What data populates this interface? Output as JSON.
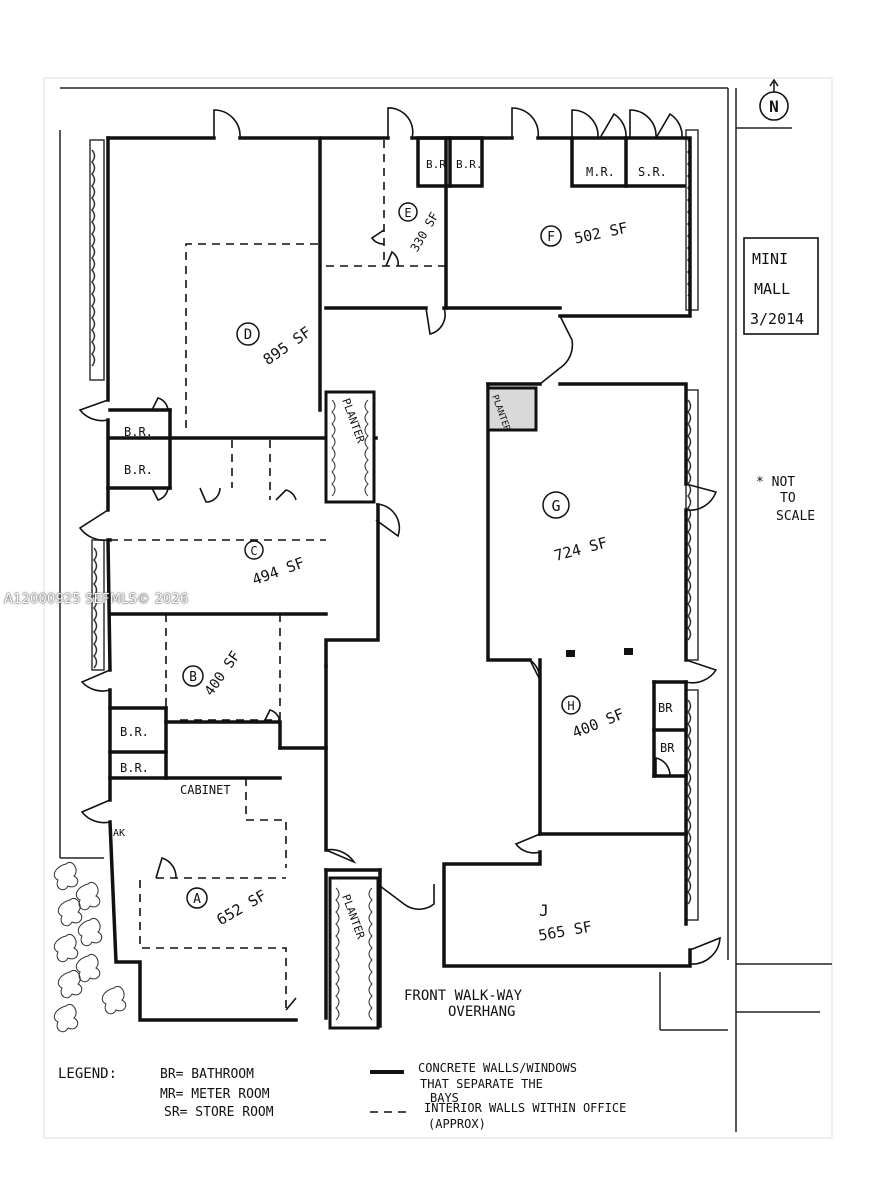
{
  "north": {
    "label": "N"
  },
  "title_box": {
    "line1": "MINI",
    "line2": "MALL",
    "line3": "3/2014"
  },
  "scale_note": {
    "line1": "* NOT",
    "line2": "TO",
    "line3": "SCALE"
  },
  "units": {
    "A": {
      "letter": "A",
      "area": "652 SF"
    },
    "B": {
      "letter": "B",
      "area": "400 SF"
    },
    "C": {
      "letter": "C",
      "area": "494 SF"
    },
    "D": {
      "letter": "D",
      "area": "895 SF"
    },
    "E": {
      "letter": "E",
      "area": "330 SF"
    },
    "F": {
      "letter": "F",
      "area": "502 SF"
    },
    "G": {
      "letter": "G",
      "area": "724 SF"
    },
    "H": {
      "letter": "H",
      "area": "400 SF"
    },
    "J": {
      "letter": "J",
      "area": "565 SF"
    }
  },
  "rooms": {
    "br": "B.R.",
    "br_plain": "BR",
    "mr": "M.R.",
    "sr": "S.R.",
    "cabinet": "CABINET",
    "ak": "AK",
    "planter": "PLANTER"
  },
  "walkway": {
    "line1": "FRONT WALK-WAY",
    "line2": "OVERHANG"
  },
  "legend": {
    "title": "LEGEND:",
    "br": "BR= BATHROOM",
    "mr": "MR= METER ROOM",
    "sr": "SR= STORE ROOM",
    "solid1": "CONCRETE WALLS/WINDOWS",
    "solid2": "THAT SEPARATE THE",
    "solid3": "BAYS",
    "dashed1": "INTERIOR WALLS WITHIN OFFICE",
    "dashed2": "(APPROX)"
  },
  "watermark": "A12000925  SEFMLS© 2026",
  "colors": {
    "ink": "#111111",
    "paper": "#ffffff",
    "planter_fill": "#d9d9d9"
  }
}
